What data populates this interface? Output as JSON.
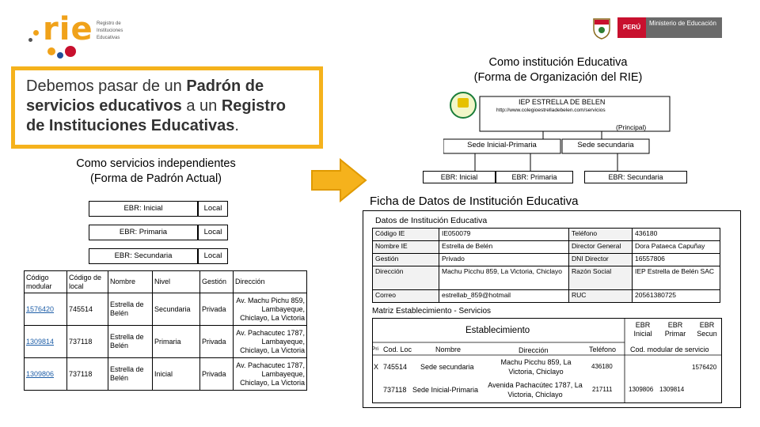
{
  "header": {
    "rie_logo_text": "rie",
    "rie_subtitle": "Registro de Instituciones Educativas",
    "peru_label": "PERÚ",
    "ministry_label": "Ministerio de Educación"
  },
  "callout": {
    "part1": "Debemos pasar de un ",
    "bold1": "Padrón de servicios educativos",
    "part2": " a un ",
    "bold2": "Registro de Instituciones Educativas",
    "part3": "."
  },
  "left_title": {
    "line1": "Como servicios independientes",
    "line2": "(Forma de Padrón Actual)"
  },
  "right_title": {
    "line1": "Como institución Educativa",
    "line2": "(Forma de Organización del RIE)"
  },
  "services": [
    {
      "name": "EBR: Inicial",
      "place": "Local"
    },
    {
      "name": "EBR: Primaria",
      "place": "Local"
    },
    {
      "name": "EBR: Secundaria",
      "place": "Local"
    }
  ],
  "left_table": {
    "headers": [
      "Código modular",
      "Código de local",
      "Nombre",
      "Nivel",
      "Gestión",
      "Dirección"
    ],
    "rows": [
      [
        "1576420",
        "745514",
        "Estrella de Belén",
        "Secundaria",
        "Privada",
        "Av. Machu Pichu 859, Lambayeque, Chiclayo, La Victoria"
      ],
      [
        "1309814",
        "737118",
        "Estrella de Belén",
        "Primaria",
        "Privada",
        "Av. Pachacutec 1787, Lambayeque, Chiclayo, La Victoria"
      ],
      [
        "1309806",
        "737118",
        "Estrella de Belén",
        "Inicial",
        "Privada",
        "Av. Pachacutec 1787, Lambayeque, Chiclayo, La Victoria"
      ]
    ]
  },
  "tree": {
    "institution": "IEP ESTRELLA DE BELEN",
    "url": "http://www.colegioestrelladebelen.com/servicios",
    "principal": "(Principal)",
    "sede_inicial": "Sede Inicial-Primaria",
    "sede_secundaria": "Sede secundaria",
    "node_inicial": "EBR: Inicial",
    "node_primaria": "EBR: Primaria",
    "node_secundaria": "EBR: Secundaria"
  },
  "ficha": {
    "title": "Ficha de Datos de Institución Educativa",
    "subtitle": "Datos de Institución Educativa",
    "rows": [
      [
        "Código IE",
        "IE050079",
        "Teléfono",
        "436180"
      ],
      [
        "Nombre IE",
        "Estrella de Belén",
        "Director General",
        "Dora Pataeca Capuñay"
      ],
      [
        "Gestión",
        "Privado",
        "DNI Director",
        "16557806"
      ],
      [
        "Dirección",
        "Machu Picchu 859, La Victoria, Chiclayo",
        "Razón Social",
        "IEP Estrella de Belén SAC"
      ],
      [
        "Correo",
        "estrellab_859@hotmail",
        "RUC",
        "20561380725"
      ]
    ]
  },
  "matriz": {
    "title": "Matriz Establecimiento - Servicios",
    "establecimiento": "Establecimiento",
    "headers": {
      "pri": "Pri",
      "cod_loc": "Cod. Loc",
      "nombre": "Nombre",
      "direccion": "Dirección",
      "telefono": "Teléfono"
    },
    "ebr_inicial": "EBR Inicial",
    "ebr_primar": "EBR Primar",
    "ebr_secun": "EBR Secun",
    "cod_modular": "Cod. modular de servicio",
    "rows": [
      {
        "pri": "X",
        "cod": "745514",
        "nombre": "Sede secundaria",
        "direccion": "Machu Picchu 859, La Victoria, Chiclayo",
        "telefono": "436180",
        "inicial": "",
        "primaria": "",
        "secundaria": "1576420"
      },
      {
        "pri": "",
        "cod": "737118",
        "nombre": "Sede Inicial-Primaria",
        "direccion": "Avenida Pachacútec 1787, La Victoria, Chiclayo",
        "telefono": "217111",
        "inicial": "1309806",
        "primaria": "1309814",
        "secundaria": ""
      }
    ]
  }
}
